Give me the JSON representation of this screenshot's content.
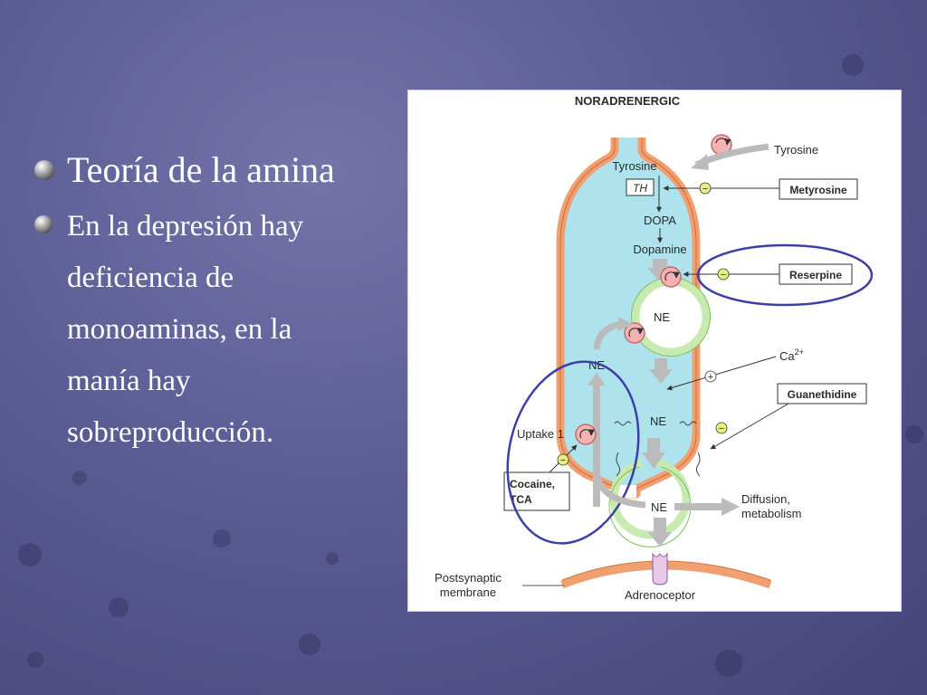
{
  "slide": {
    "title": "Teoría de la amina",
    "body": "En la depresión hay deficiencia de monoaminas, en la manía hay sobreproducción.",
    "body_lines": [
      "En la depresión hay",
      "deficiencia de",
      "monoaminas, en la",
      "manía hay",
      "sobreproducción."
    ]
  },
  "diagram": {
    "heading": "NORADRENERGIC",
    "labels": {
      "tyrosine_outside": "Tyrosine",
      "tyrosine_inside": "Tyrosine",
      "th": "TH",
      "dopa": "DOPA",
      "dopamine": "Dopamine",
      "ne_vesicle_top": "NE",
      "ne_cytoplasm": "NE",
      "ne_vesicle_bottom": "NE",
      "ne_cleft": "NE",
      "uptake": "Uptake 1",
      "calcium": "Ca",
      "calcium_sup": "2+",
      "diffusion_1": "Diffusion,",
      "diffusion_2": "metabolism",
      "postsynaptic_1": "Postsynaptic",
      "postsynaptic_2": "membrane",
      "adrenoceptor": "Adrenoceptor"
    },
    "drugs": {
      "metyrosine": "Metyrosine",
      "reserpine": "Reserpine",
      "guanethidine": "Guanethidine",
      "cocaine_1": "Cocaine,",
      "cocaine_2": "TCA"
    },
    "symbols": {
      "inhibit": "−",
      "stimulate": "+"
    }
  },
  "colors": {
    "membrane": "#f0a070",
    "membrane_edge": "#d46a34",
    "cytoplasm": "#aee3ee",
    "vesicle": "#c8eab0",
    "vesicle_edge": "#7cbf5c",
    "transporter": "#f4b2b2",
    "highlight_ellipse": "#3d3fa6",
    "inhibit_badge": "#e9ef7a"
  }
}
